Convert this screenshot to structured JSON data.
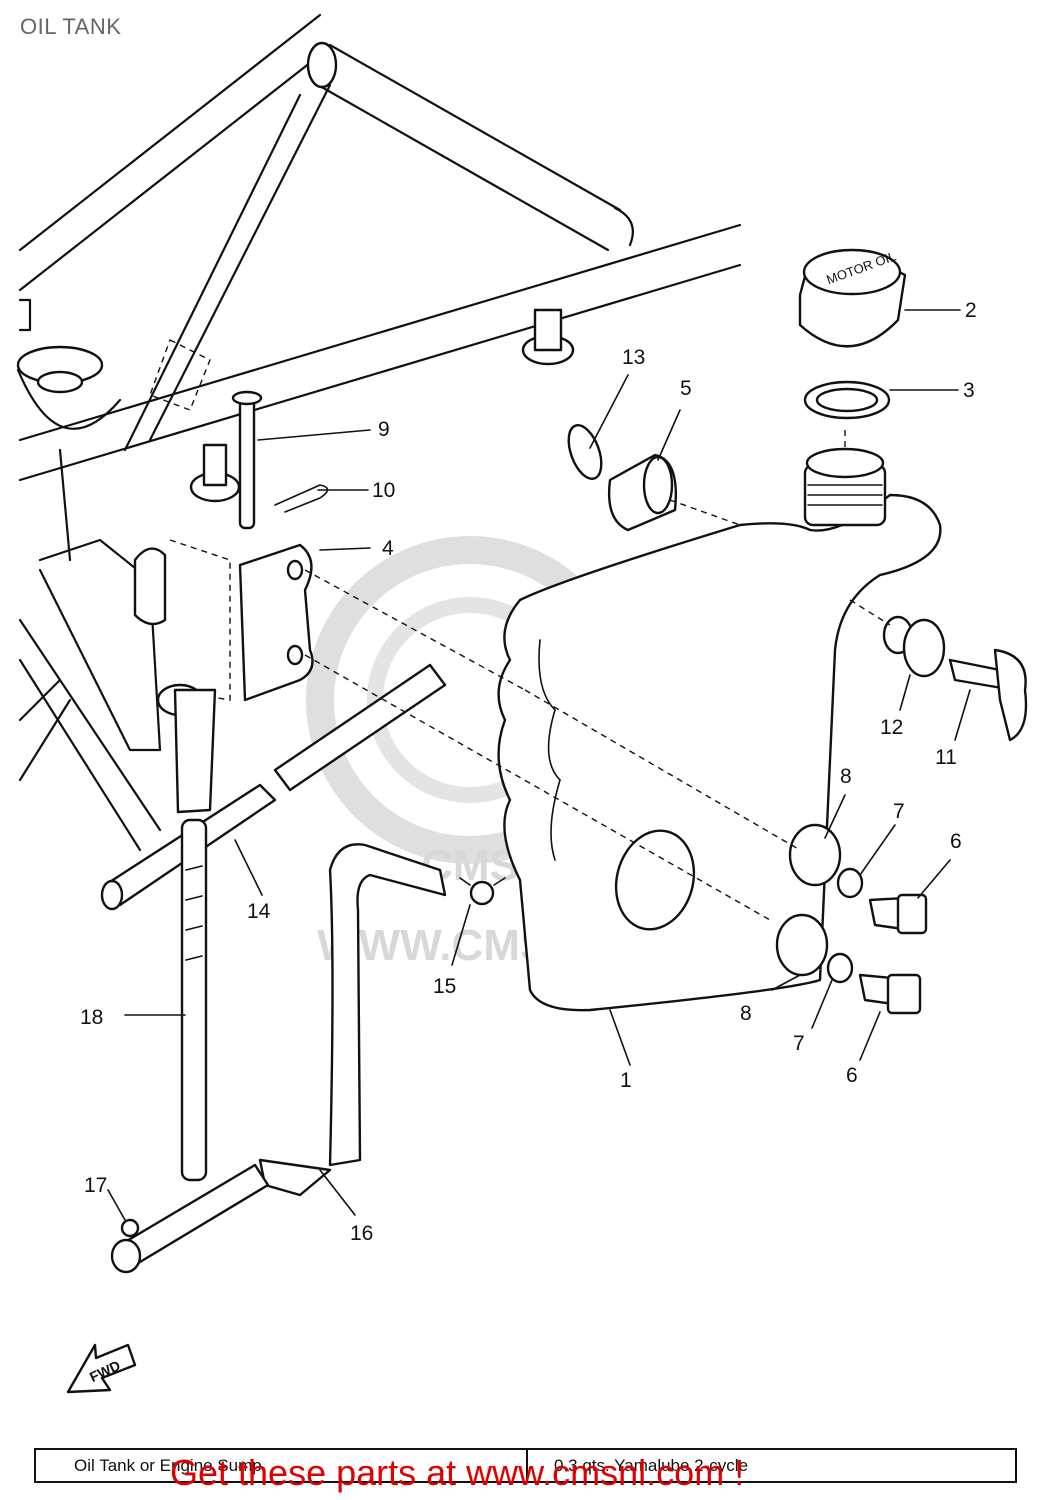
{
  "header": {
    "title": "OIL TANK"
  },
  "callouts": [
    {
      "id": "c1",
      "text": "1"
    },
    {
      "id": "c2",
      "text": "2"
    },
    {
      "id": "c3",
      "text": "3"
    },
    {
      "id": "c4",
      "text": "4"
    },
    {
      "id": "c5",
      "text": "5"
    },
    {
      "id": "c6a",
      "text": "6"
    },
    {
      "id": "c6b",
      "text": "6"
    },
    {
      "id": "c7a",
      "text": "7"
    },
    {
      "id": "c7b",
      "text": "7"
    },
    {
      "id": "c8a",
      "text": "8"
    },
    {
      "id": "c8b",
      "text": "8"
    },
    {
      "id": "c9",
      "text": "9"
    },
    {
      "id": "c10",
      "text": "10"
    },
    {
      "id": "c11",
      "text": "11"
    },
    {
      "id": "c12",
      "text": "12"
    },
    {
      "id": "c13",
      "text": "13"
    },
    {
      "id": "c14",
      "text": "14"
    },
    {
      "id": "c15",
      "text": "15"
    },
    {
      "id": "c16",
      "text": "16"
    },
    {
      "id": "c17",
      "text": "17"
    },
    {
      "id": "c18",
      "text": "18"
    }
  ],
  "cap_text": "MOTOR OIL",
  "fwd_arrow_label": "FWD",
  "watermark": {
    "text": "WWW.CMSNL.COM",
    "logo_text": "CMS"
  },
  "spec_table": {
    "item": "Oil Tank or Engine Sump",
    "spec": "0.3 qts. Yamalube 2-cycle"
  },
  "promo": {
    "text": "Get these parts at www.cmsnl.com !",
    "color": "#e00000"
  }
}
